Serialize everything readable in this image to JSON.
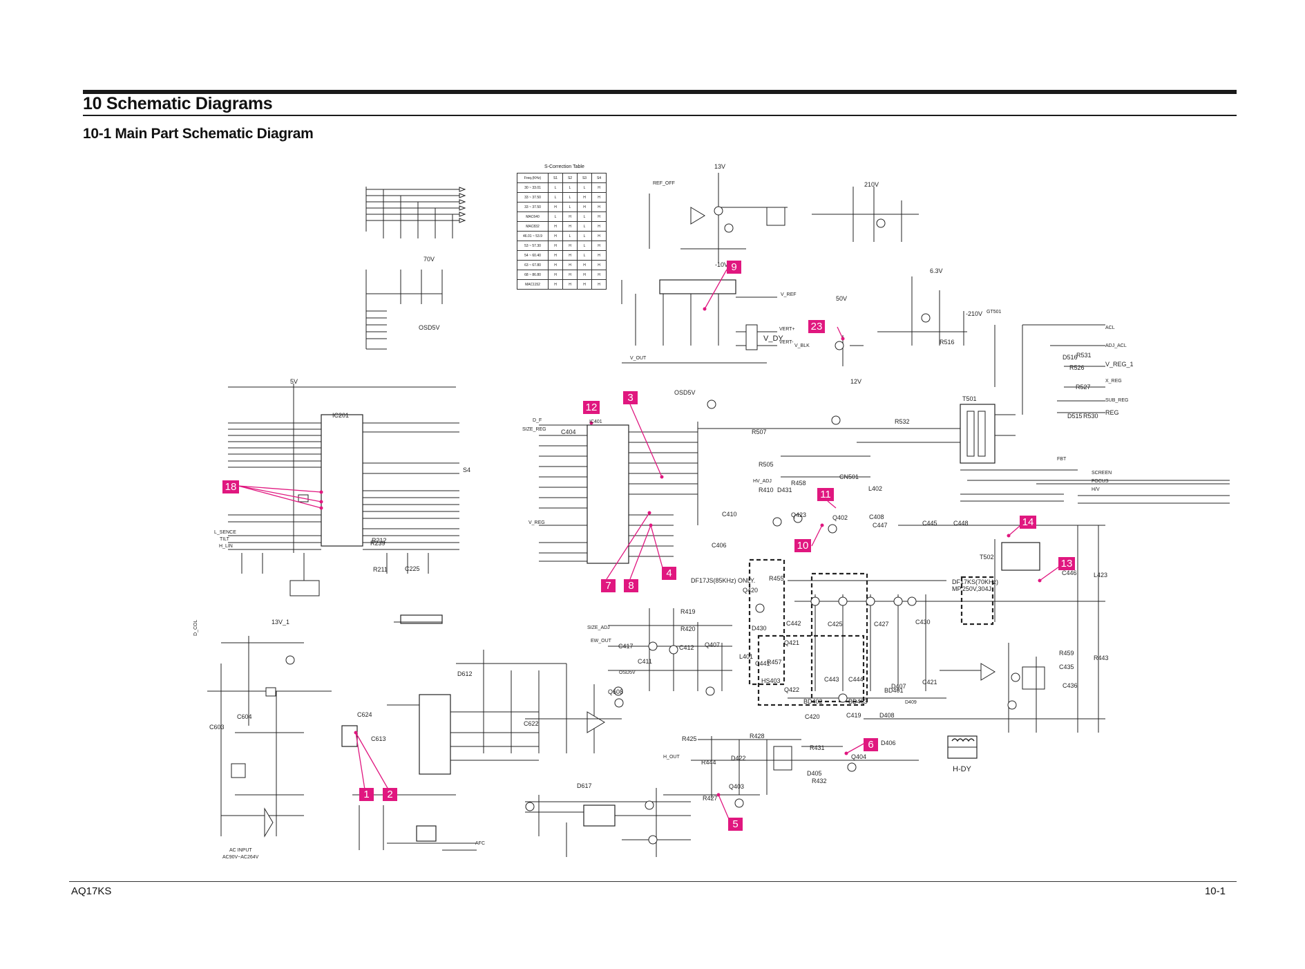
{
  "header": {
    "section_title": "10 Schematic Diagrams",
    "subsection_title": "10-1 Main Part Schematic Diagram"
  },
  "footer": {
    "model": "AQ17KS",
    "page_number": "10-1"
  },
  "s_correction_table": {
    "title": "S-Correction Table",
    "columns": [
      "Freq.(KHz)",
      "S1",
      "S2",
      "S3",
      "S4"
    ],
    "rows": [
      [
        "30 ~ 33.01",
        "L",
        "L",
        "L",
        "H"
      ],
      [
        "33 ~ 37.50",
        "L",
        "L",
        "H",
        "H"
      ],
      [
        "33 ~ 37.50",
        "H",
        "L",
        "H",
        "H"
      ],
      [
        "MAC640",
        "L",
        "H",
        "L",
        "H"
      ],
      [
        "MAC832",
        "H",
        "H",
        "L",
        "H"
      ],
      [
        "46.01 ~ 53.9",
        "H",
        "L",
        "L",
        "H"
      ],
      [
        "53 ~ 57.30",
        "H",
        "H",
        "L",
        "H"
      ],
      [
        "54 ~ 60.40",
        "H",
        "H",
        "L",
        "H"
      ],
      [
        "63 ~ 67.80",
        "H",
        "H",
        "H",
        "H"
      ],
      [
        "68 ~ 86.80",
        "H",
        "H",
        "H",
        "H"
      ],
      [
        "MAC1152",
        "H",
        "H",
        "H",
        "H"
      ]
    ]
  },
  "markers": [
    "1",
    "2",
    "3",
    "4",
    "5",
    "6",
    "7",
    "8",
    "9",
    "10",
    "11",
    "12",
    "13",
    "14",
    "18",
    "23"
  ],
  "labels": {
    "ic201": "IC201",
    "ic401": "IC401",
    "t501": "T501",
    "t502": "T502",
    "h_dy": "H-DY",
    "v_dy": "V_DY",
    "ac_input": "AC INPUT",
    "ac_range": "AC90V~AC264V",
    "df17js": "DF17JS(85KHz) ONLY.",
    "df17ks": "DF17KS(70KHz)",
    "df17ks_spec": "MP,250V,304J",
    "osd5v_a": "OSD5V",
    "osd5v_b": "OSD5V",
    "osd5v_c": "OSD5V",
    "screen": "SCREEN",
    "focus": "FOCUS",
    "hv": "H/V",
    "fbt": "FBT",
    "reg": "REG",
    "sub_reg": "SUB_REG",
    "v_reg_1": "V_REG_1",
    "x_reg": "X_REG",
    "adj_acl": "ADJ_ACL",
    "acl": "ACL",
    "gt501": "GT501",
    "cn501": "CN501",
    "s4": "S4",
    "d_col": "D_COL",
    "vcc_5v": "5V",
    "v12": "12V",
    "v13": "13V",
    "v13_1": "13V_1",
    "v70": "70V",
    "v63": "6.3V",
    "v210": "210V",
    "v50": "50V",
    "vneg10": "-10V",
    "vneg210": "-210V",
    "c604": "C604",
    "c603": "C603",
    "c624": "C624",
    "c613": "C613",
    "c622": "C622",
    "c404": "C404",
    "c406": "C406",
    "c410": "C410",
    "c417": "C417",
    "c411": "C411",
    "c412": "C412",
    "c441": "C441",
    "c442": "C442",
    "c443": "C443",
    "c444": "C444",
    "c425": "C425",
    "c427": "C427",
    "c430": "C430",
    "c421": "C421",
    "c419": "C419",
    "c420": "C420",
    "c445": "C445",
    "c446": "C446",
    "c447": "C447",
    "c448": "C448",
    "c435": "C435",
    "c436": "C436",
    "c408": "C408",
    "c225": "C225",
    "q402": "Q402",
    "q403": "Q403",
    "q404": "Q404",
    "q407": "Q407",
    "q420": "Q420",
    "q421": "Q421",
    "q422": "Q422",
    "q423": "Q423",
    "q608": "Q608",
    "r239": "R239",
    "r212": "R212",
    "r211": "R211",
    "r410": "R410",
    "r419": "R419",
    "r420": "R420",
    "r425": "R425",
    "r428": "R428",
    "r431": "R431",
    "r432": "R432",
    "r443": "R443",
    "r444": "R444",
    "r427": "R427",
    "r455": "R455",
    "r457": "R457",
    "r458": "R458",
    "r459": "R459",
    "r505": "R505",
    "r507": "R507",
    "r516": "R516",
    "r526": "R526",
    "r527": "R527",
    "r530": "R530",
    "r531": "R531",
    "r532": "R532",
    "d405": "D405",
    "d406": "D406",
    "d407": "D407",
    "d408": "D408",
    "d409": "D409",
    "d422": "D422",
    "d430": "D430",
    "d431": "D431",
    "d515": "D515",
    "d516": "D516",
    "d612": "D612",
    "d617": "D617",
    "bd401": "BD401",
    "bd402": "BD402",
    "bd403": "BD403",
    "hs403": "HS403",
    "l401": "L401",
    "l402": "L402",
    "l423": "L423",
    "v_ref": "V_REF",
    "vert_plus": "VERT+",
    "vert_minus": "VERT-",
    "d_f": "D_F",
    "size_reg": "SIZE_REG",
    "v_reg": "V_REG",
    "h_lin": "H_LIN",
    "tilt": "TILT",
    "l_sence": "L_SENCE",
    "h_out": "H_OUT",
    "ref_off": "REF_OFF",
    "size_adj": "SIZE_ADJ",
    "ew_out": "EW_OUT",
    "afc": "AFC",
    "hv_adj": "HV_ADJ",
    "v_blk": "V_BLK",
    "v_out": "V_OUT"
  }
}
